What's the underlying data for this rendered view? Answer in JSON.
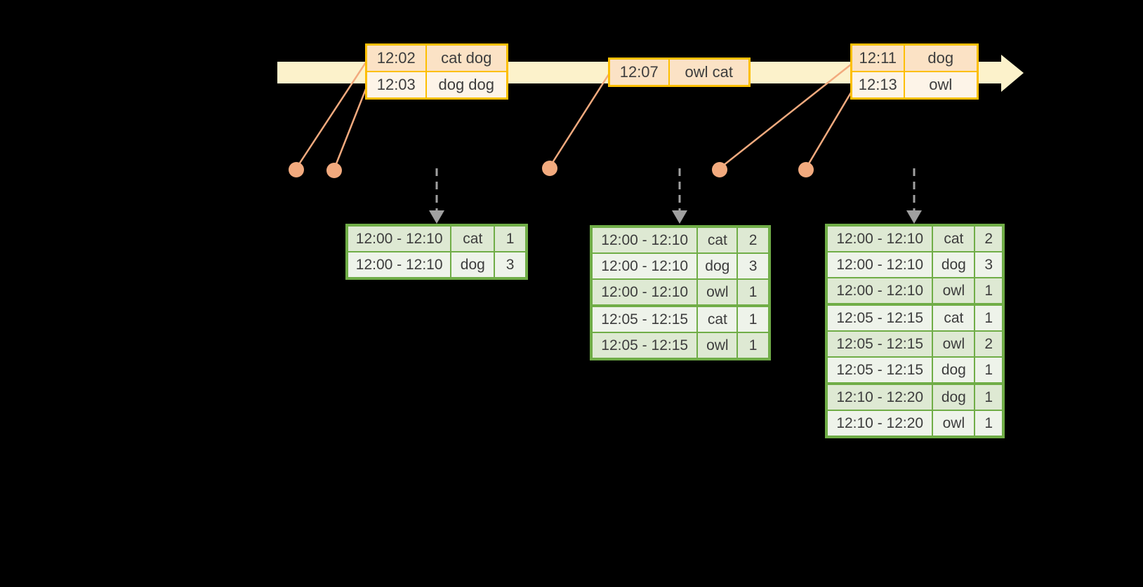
{
  "colors": {
    "background": "#000000",
    "timeline_fill": "#fcf2cb",
    "event_table_border": "#fdbf00",
    "event_row_fill_dark": "#fbe2c5",
    "event_row_fill_light": "#fdf4e8",
    "marker": "#f2aa7e",
    "trigger_arrow": "#a0a0a0",
    "result_table_border": "#70ad47",
    "result_row_fill_dark": "#dee9d3",
    "result_row_fill_light": "#eef3ea",
    "text": "#3d3d3d"
  },
  "event_tables": [
    {
      "rows": [
        [
          "12:02",
          "cat dog"
        ],
        [
          "12:03",
          "dog dog"
        ]
      ]
    },
    {
      "rows": [
        [
          "12:07",
          "owl cat"
        ]
      ]
    },
    {
      "rows": [
        [
          "12:11",
          "dog"
        ],
        [
          "12:13",
          "owl"
        ]
      ]
    }
  ],
  "result_tables": [
    {
      "rows": [
        [
          "12:00 - 12:10",
          "cat",
          "1"
        ],
        [
          "12:00 - 12:10",
          "dog",
          "3"
        ]
      ]
    },
    {
      "rows": [
        [
          "12:00 - 12:10",
          "cat",
          "2"
        ],
        [
          "12:00 - 12:10",
          "dog",
          "3"
        ],
        [
          "12:00 - 12:10",
          "owl",
          "1"
        ],
        [
          "12:05 - 12:15",
          "cat",
          "1"
        ],
        [
          "12:05 - 12:15",
          "owl",
          "1"
        ]
      ]
    },
    {
      "rows": [
        [
          "12:00 - 12:10",
          "cat",
          "2"
        ],
        [
          "12:00 - 12:10",
          "dog",
          "3"
        ],
        [
          "12:00 - 12:10",
          "owl",
          "1"
        ],
        [
          "12:05 - 12:15",
          "cat",
          "1"
        ],
        [
          "12:05 - 12:15",
          "owl",
          "2"
        ],
        [
          "12:05 - 12:15",
          "dog",
          "1"
        ],
        [
          "12:10 - 12:20",
          "dog",
          "1"
        ],
        [
          "12:10 - 12:20",
          "owl",
          "1"
        ]
      ]
    }
  ]
}
